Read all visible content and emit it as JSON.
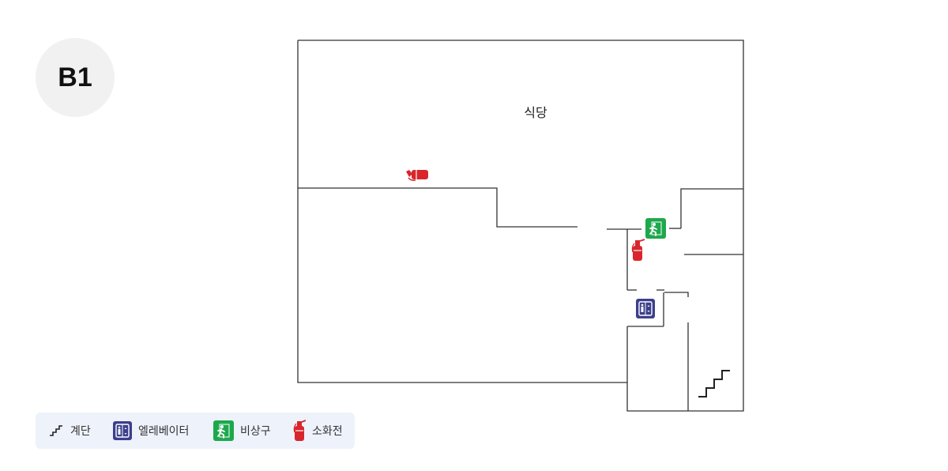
{
  "floor": {
    "label": "B1"
  },
  "rooms": [
    {
      "name": "식당"
    }
  ],
  "legend": {
    "items": [
      {
        "icon": "stairs-icon",
        "label": "계단"
      },
      {
        "icon": "elevator-icon",
        "label": "엘레베이터"
      },
      {
        "icon": "emergency-exit-icon",
        "label": "비상구"
      },
      {
        "icon": "fire-extinguisher-icon",
        "label": "소화전"
      }
    ]
  },
  "colors": {
    "wall": "#333333",
    "exit_green": "#1ea84c",
    "fire_red": "#d8262c",
    "elevator_blue": "#3b3f8c",
    "legend_bg": "#eef2fb",
    "badge_bg": "#f1f1f1"
  }
}
